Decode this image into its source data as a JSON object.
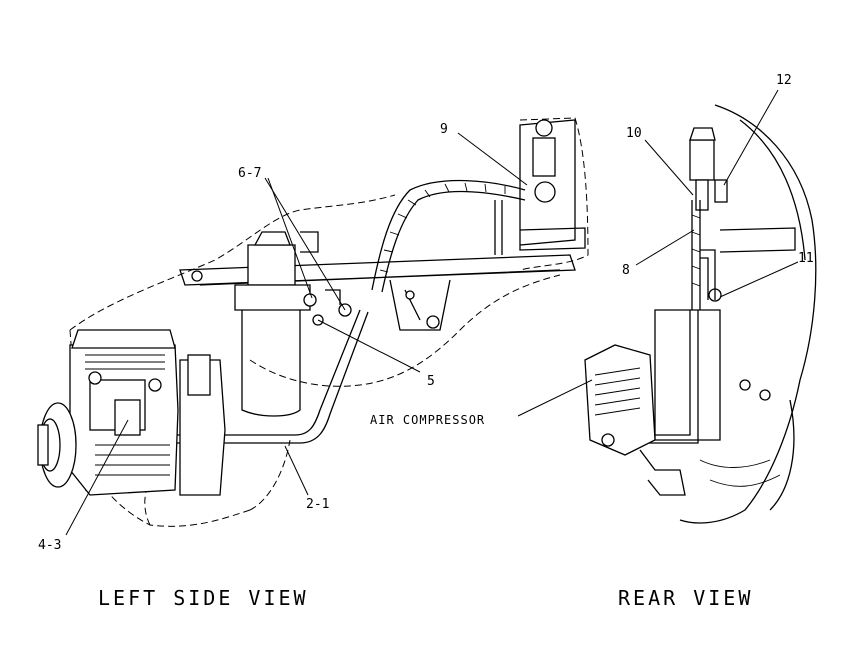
{
  "diagram": {
    "views": {
      "left": {
        "caption": "LEFT SIDE VIEW"
      },
      "rear": {
        "caption": "REAR VIEW"
      }
    },
    "component_label": "AIR COMPRESSOR",
    "callouts": {
      "c9": "9",
      "c6_7": "6-7",
      "c5": "5",
      "c2_1": "2-1",
      "c4_3": "4-3",
      "c10": "10",
      "c12": "12",
      "c8": "8",
      "c11": "11"
    }
  }
}
